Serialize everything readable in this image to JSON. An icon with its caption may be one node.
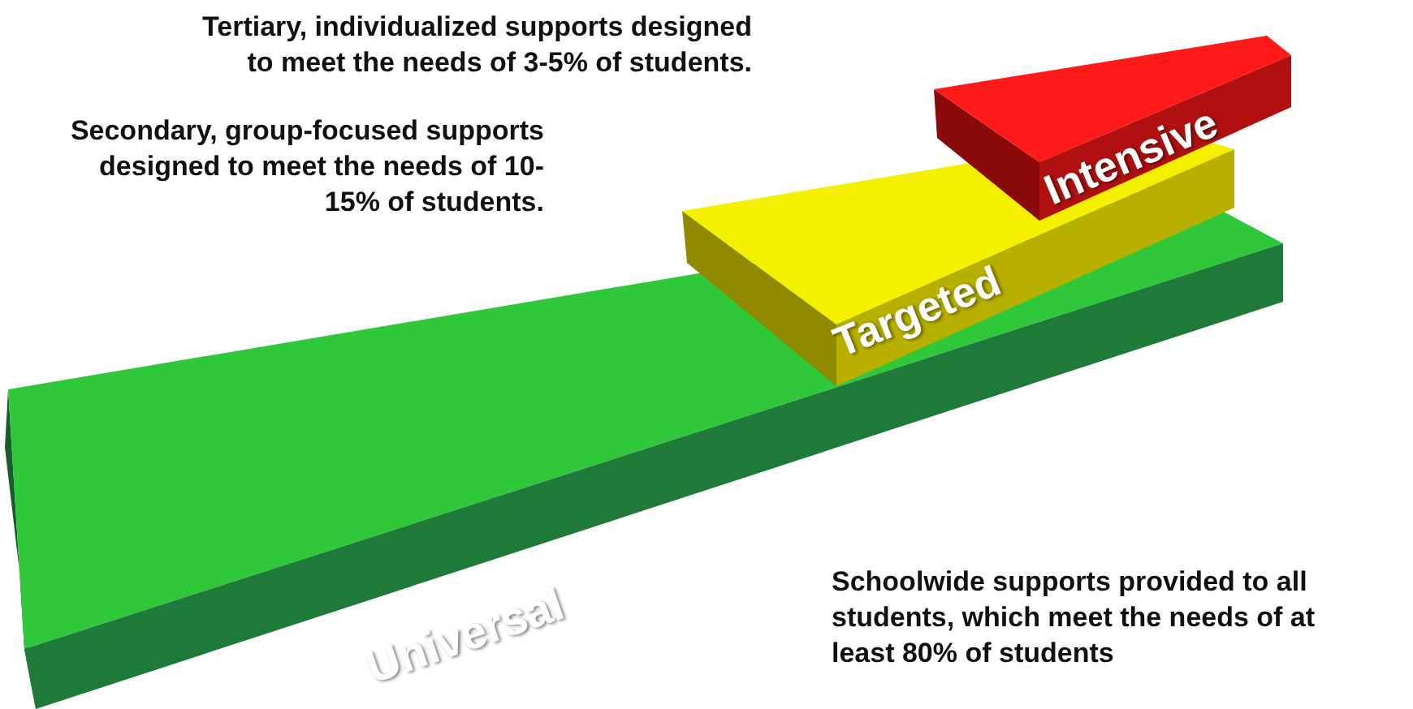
{
  "diagram": {
    "nodes": [
      {
        "text": [
          "Intensive"
        ]
      },
      {
        "text": [
          "Targeted"
        ]
      },
      {
        "text": [
          "Universal"
        ]
      }
    ],
    "labels": [
      "Tertiary, individualized supports designed to meet the needs of 3-5% of students.",
      "Secondary, group-focused supports designed to meet the needs of 10-15% of students.",
      "Schoolwide supports provided to all students, which meet the needs of at least 80% of students"
    ]
  }
}
